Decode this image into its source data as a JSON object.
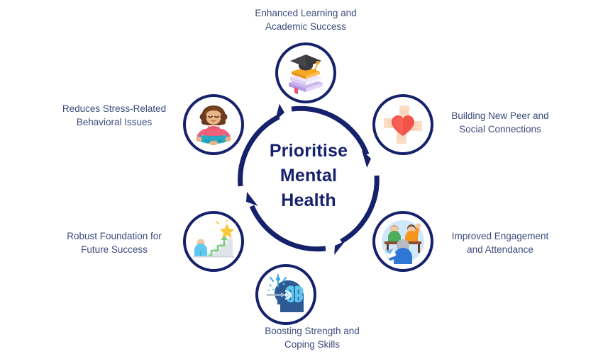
{
  "center": {
    "line1": "Prioritise",
    "line2": "Mental",
    "line3": "Health"
  },
  "colors": {
    "navy": "#16216b",
    "label_text": "#3d4b7c",
    "background": "#ffffff"
  },
  "nodes": [
    {
      "id": "enhanced-learning",
      "position": "top",
      "icon": "graduation-cap-on-books-icon",
      "label_line1": "Enhanced Learning and",
      "label_line2": "Academic Success"
    },
    {
      "id": "peer-connections",
      "position": "right-upper",
      "icon": "hands-around-heart-icon",
      "label_line1": "Building New Peer and",
      "label_line2": "Social Connections"
    },
    {
      "id": "engagement-attendance",
      "position": "right-lower",
      "icon": "classroom-students-icon",
      "label_line1": "Improved Engagement",
      "label_line2": "and Attendance"
    },
    {
      "id": "coping-skills",
      "position": "bottom",
      "icon": "head-brain-target-icon",
      "label_line1": "Boosting Strength and",
      "label_line2": "Coping Skills"
    },
    {
      "id": "future-success",
      "position": "left-lower",
      "icon": "person-stairs-star-icon",
      "label_line1": "Robust Foundation for",
      "label_line2": "Future Success"
    },
    {
      "id": "reduces-stress",
      "position": "left-upper",
      "icon": "meditating-person-icon",
      "label_line1": "Reduces Stress-Related",
      "label_line2": "Behavioral Issues"
    }
  ],
  "cycle": {
    "direction": "clockwise",
    "arrow_count": 4
  }
}
